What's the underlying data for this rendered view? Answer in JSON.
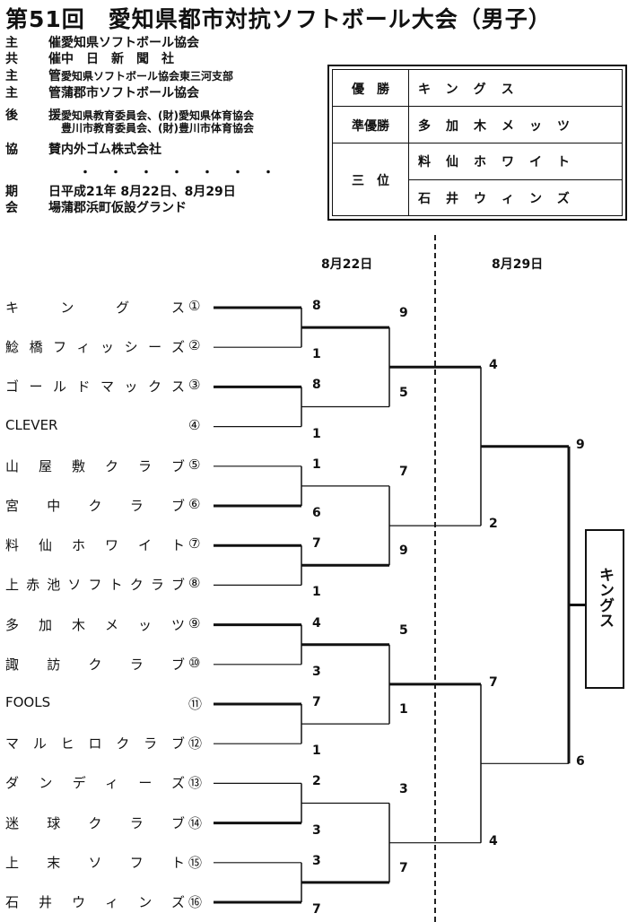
{
  "title": "第51回　愛知県都市対抗ソフトボール大会（男子）",
  "info": [
    {
      "key": "主　催",
      "value": "愛知県ソフトボール協会"
    },
    {
      "key": "共　催",
      "value": "中　日　新　聞　社"
    },
    {
      "key": "主　管",
      "value": "愛知県ソフトボール協会東三河支部"
    },
    {
      "key": "主　管",
      "value": "蒲郡市ソフトボール協会"
    },
    {
      "key": "後　援",
      "value": "愛知県教育委員会、(財)愛知県体育協会"
    },
    {
      "key": "",
      "value": "豊川市教育委員会、(財)豊川市体育協会"
    },
    {
      "key": "協　賛",
      "value": "内外ゴム株式会社"
    },
    {
      "key": "期　日",
      "value": "平成21年 8月22日、8月29日"
    },
    {
      "key": "会　場",
      "value": "蒲郡浜町仮設グランド"
    }
  ],
  "dots": "・・・・・・・",
  "results": {
    "winner_label": "優　勝",
    "winner": "キングス",
    "runnerup_label": "準優勝",
    "runnerup": "多加木メッツ",
    "third_label": "三　位",
    "third": [
      "料仙ホワイト",
      "石井ウィンズ"
    ]
  },
  "dates": {
    "day1": "8月22日",
    "day2": "8月29日"
  },
  "teams": [
    {
      "name": "キングス",
      "seed": "①",
      "score": "8"
    },
    {
      "name": "鯰橋フィッシーズ",
      "seed": "②",
      "score": "1"
    },
    {
      "name": "ゴールドマックス",
      "seed": "③",
      "score": "8"
    },
    {
      "name": "CLEVER",
      "seed": "④",
      "score": "1"
    },
    {
      "name": "山屋敷クラブ",
      "seed": "⑤",
      "score": "1"
    },
    {
      "name": "宮中クラブ",
      "seed": "⑥",
      "score": "6"
    },
    {
      "name": "料仙ホワイト",
      "seed": "⑦",
      "score": "7"
    },
    {
      "name": "上赤池ソフトクラブ",
      "seed": "⑧",
      "score": "1"
    },
    {
      "name": "多加木メッツ",
      "seed": "⑨",
      "score": "4"
    },
    {
      "name": "諏訪クラブ",
      "seed": "⑩",
      "score": "3"
    },
    {
      "name": "FOOLS",
      "seed": "⑪",
      "score": "7"
    },
    {
      "name": "マルヒロクラブ",
      "seed": "⑫",
      "score": "1"
    },
    {
      "name": "ダンディーズ",
      "seed": "⑬",
      "score": "2"
    },
    {
      "name": "迷球クラブ",
      "seed": "⑭",
      "score": "3"
    },
    {
      "name": "上末ソフト",
      "seed": "⑮",
      "score": "3"
    },
    {
      "name": "石井ウィンズ",
      "seed": "⑯",
      "score": "7"
    }
  ],
  "round2_scores": [
    "9",
    "5",
    "7",
    "9",
    "5",
    "1",
    "3",
    "7"
  ],
  "semi_scores": [
    "4",
    "2",
    "7",
    "4"
  ],
  "final_scores": [
    "9",
    "6"
  ],
  "champion": "キングス"
}
